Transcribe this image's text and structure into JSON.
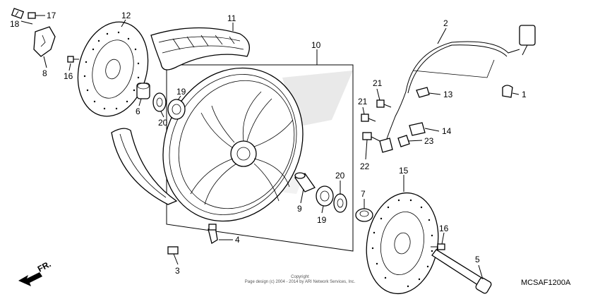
{
  "diagram": {
    "code": "MCSAF1200A",
    "direction": "FR.",
    "copyright_line1": "Copyright",
    "copyright_line2": "Page design (c) 2004 - 2014 by ARI Network Services, Inc.",
    "callouts": [
      {
        "id": "1"
      },
      {
        "id": "2"
      },
      {
        "id": "3"
      },
      {
        "id": "4"
      },
      {
        "id": "5"
      },
      {
        "id": "6"
      },
      {
        "id": "7"
      },
      {
        "id": "8"
      },
      {
        "id": "9"
      },
      {
        "id": "10"
      },
      {
        "id": "11"
      },
      {
        "id": "12"
      },
      {
        "id": "13"
      },
      {
        "id": "14"
      },
      {
        "id": "15"
      },
      {
        "id": "16a",
        "label": "16"
      },
      {
        "id": "16b",
        "label": "16"
      },
      {
        "id": "17"
      },
      {
        "id": "18"
      },
      {
        "id": "19a",
        "label": "19"
      },
      {
        "id": "19b",
        "label": "19"
      },
      {
        "id": "20a",
        "label": "20"
      },
      {
        "id": "20b",
        "label": "20"
      },
      {
        "id": "21a",
        "label": "21"
      },
      {
        "id": "21b",
        "label": "21"
      },
      {
        "id": "22"
      },
      {
        "id": "23"
      }
    ]
  }
}
